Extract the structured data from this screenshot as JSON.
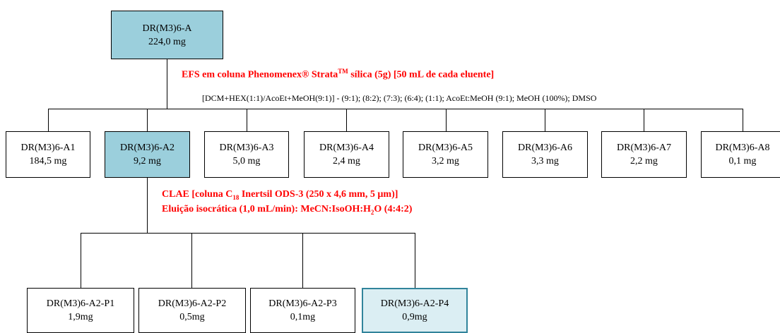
{
  "root": {
    "name": "DR(M3)6-A",
    "mass": "224,0 mg"
  },
  "efs_note": {
    "text": "EFS em coluna Phenomenex® Strata",
    "sup": "TM",
    "text2": " sílica (5g) [50 mL de cada eluente]"
  },
  "eluents_note": "[DCM+HEX(1:1)/AcoEt+MeOH(9:1)] - (9:1); (8:2); (7:3); (6:4); (1:1); AcoEt:MeOH (9:1); MeOH (100%); DMSO",
  "fractions": [
    {
      "name": "DR(M3)6-A1",
      "mass": "184,5 mg"
    },
    {
      "name": "DR(M3)6-A2",
      "mass": "9,2 mg"
    },
    {
      "name": "DR(M3)6-A3",
      "mass": "5,0 mg"
    },
    {
      "name": "DR(M3)6-A4",
      "mass": "2,4 mg"
    },
    {
      "name": "DR(M3)6-A5",
      "mass": "3,2 mg"
    },
    {
      "name": "DR(M3)6-A6",
      "mass": "3,3 mg"
    },
    {
      "name": "DR(M3)6-A7",
      "mass": "2,2 mg"
    },
    {
      "name": "DR(M3)6-A8",
      "mass": "0,1 mg"
    }
  ],
  "clae_note": {
    "line1_a": "CLAE [coluna C",
    "line1_sub": "18",
    "line1_b": " Inertsil  ODS-3 (250 x 4,6 mm, 5 µm)]",
    "line2_a": "Eluição isocrática (1,0 mL/min): MeCN:IsoOH:H",
    "line2_sub": "2",
    "line2_b": "O (4:4:2)"
  },
  "subfractions": [
    {
      "name": "DR(M3)6-A2-P1",
      "mass": "1,9mg"
    },
    {
      "name": "DR(M3)6-A2-P2",
      "mass": "0,5mg"
    },
    {
      "name": "DR(M3)6-A2-P3",
      "mass": "0,1mg"
    },
    {
      "name": "DR(M3)6-A2-P4",
      "mass": "0,9mg"
    }
  ],
  "colors": {
    "highlight": "#9bcfdc",
    "highlight_light": "#dbeef3",
    "highlight_border": "#31849b",
    "note_red": "#ff0000"
  }
}
